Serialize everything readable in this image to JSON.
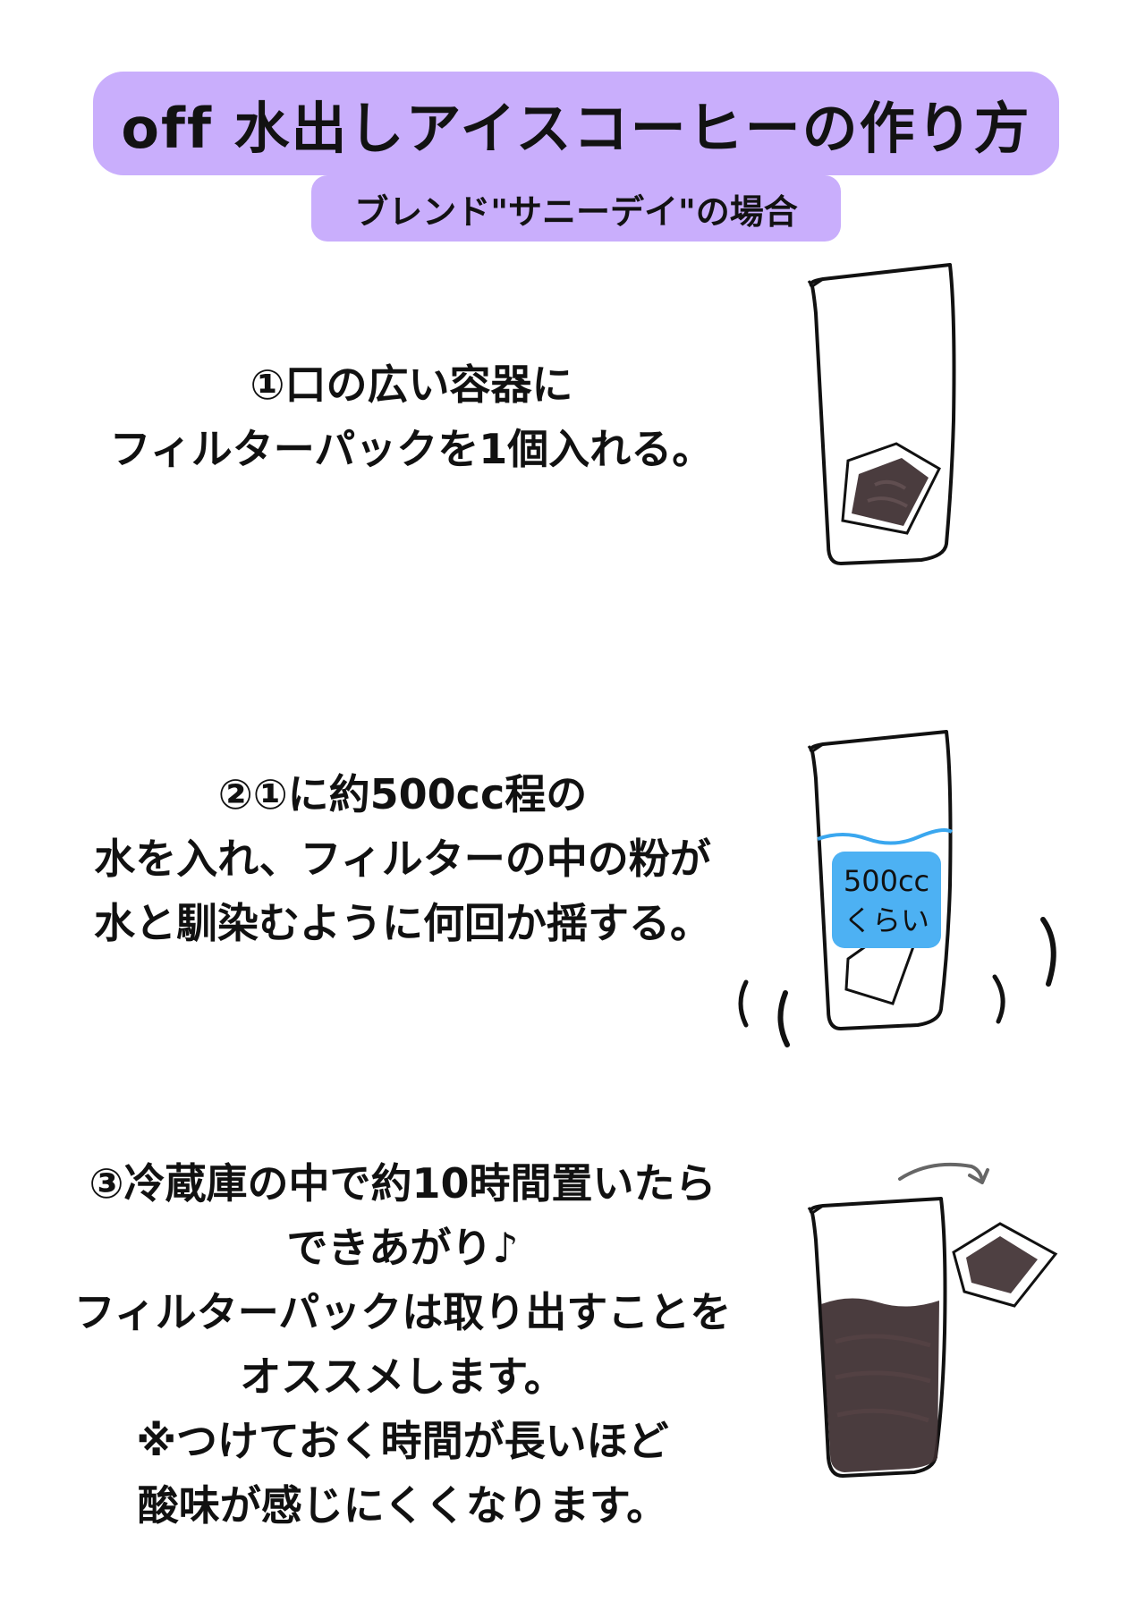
{
  "header": {
    "title": "off 水出しアイスコーヒーの作り方",
    "subtitle": "ブレンド\"サニーデイ\"の場合"
  },
  "steps": [
    {
      "lines": [
        "①口の広い容器に",
        "フィルターパックを1個入れる。"
      ]
    },
    {
      "lines": [
        "②①に約500cc程の",
        "水を入れ、フィルターの中の粉が",
        "水と馴染むように何回か揺する。"
      ]
    },
    {
      "lines": [
        "③冷蔵庫の中で約10時間置いたら",
        "できあがり♪",
        "フィルターパックは取り出すことを",
        "オススメします。",
        "※つけておく時間が長いほど",
        "酸味が感じにくくなります。"
      ]
    }
  ],
  "illustrations": {
    "water_label": [
      "500cc",
      "くらい"
    ]
  },
  "colors": {
    "header_pill": "#c9aefc",
    "water_line": "#3aa7ef",
    "water_badge": "#4db1f3",
    "coffee": "#3b2b2e"
  }
}
